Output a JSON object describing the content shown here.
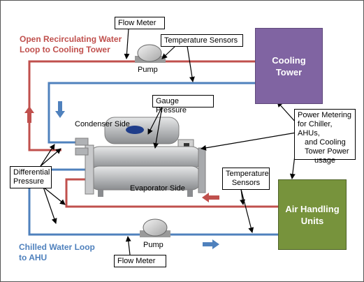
{
  "loops": {
    "condenser": "Open Recirculating Water Loop to Cooling Tower",
    "condenser_line1": "Open Recirculating Water",
    "condenser_line2": "Loop to Cooling Tower",
    "chilled_line1": "Chilled Water Loop",
    "chilled_line2": "to AHU"
  },
  "units": {
    "cooling_tower_line1": "Cooling",
    "cooling_tower_line2": "Tower",
    "ahu_line1": "Air Handling",
    "ahu_line2": "Units"
  },
  "labels": {
    "flow_meter_top": "Flow Meter",
    "flow_meter_bottom": "Flow Meter",
    "temp_sensors_top": "Temperature Sensors",
    "temp_sensors_bottom_line1": "Temperature",
    "temp_sensors_bottom_line2": "Sensors",
    "pump_top": "Pump",
    "pump_bottom": "Pump",
    "gauge_pressure": "Gauge Pressure",
    "condenser_side": "Condenser Side",
    "evaporator_side": "Evaporator Side",
    "differential_pressure_line1": "Differential",
    "differential_pressure_line2": "Pressure",
    "power_metering_line1": "Power Metering",
    "power_metering_line2": "for Chiller, AHUs,",
    "power_metering_line3": "and Cooling",
    "power_metering_line4": "Tower Power",
    "power_metering_line5": "usage"
  },
  "colors": {
    "condenser_pipe": "#c0504d",
    "chilled_pipe": "#4f81bd",
    "cooling_tower": "#8064a2",
    "ahu": "#77933c",
    "condenser_title": "#c0504d",
    "chilled_title": "#4f81bd"
  },
  "icons": [
    "pump-icon",
    "chiller-icon",
    "flow-arrow-icon"
  ]
}
